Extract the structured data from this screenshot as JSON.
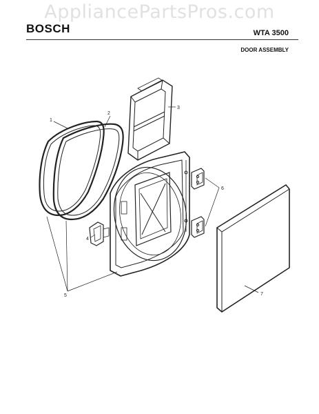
{
  "watermark": "AppliancePartsPros.com",
  "header": {
    "brand": "BOSCH",
    "model": "WTA 3500",
    "section_title": "DOOR ASSEMBLY"
  },
  "callouts": {
    "c1": "1",
    "c2": "2",
    "c3": "3",
    "c4": "4",
    "c5": "5",
    "c6": "6",
    "c7": "7"
  }
}
